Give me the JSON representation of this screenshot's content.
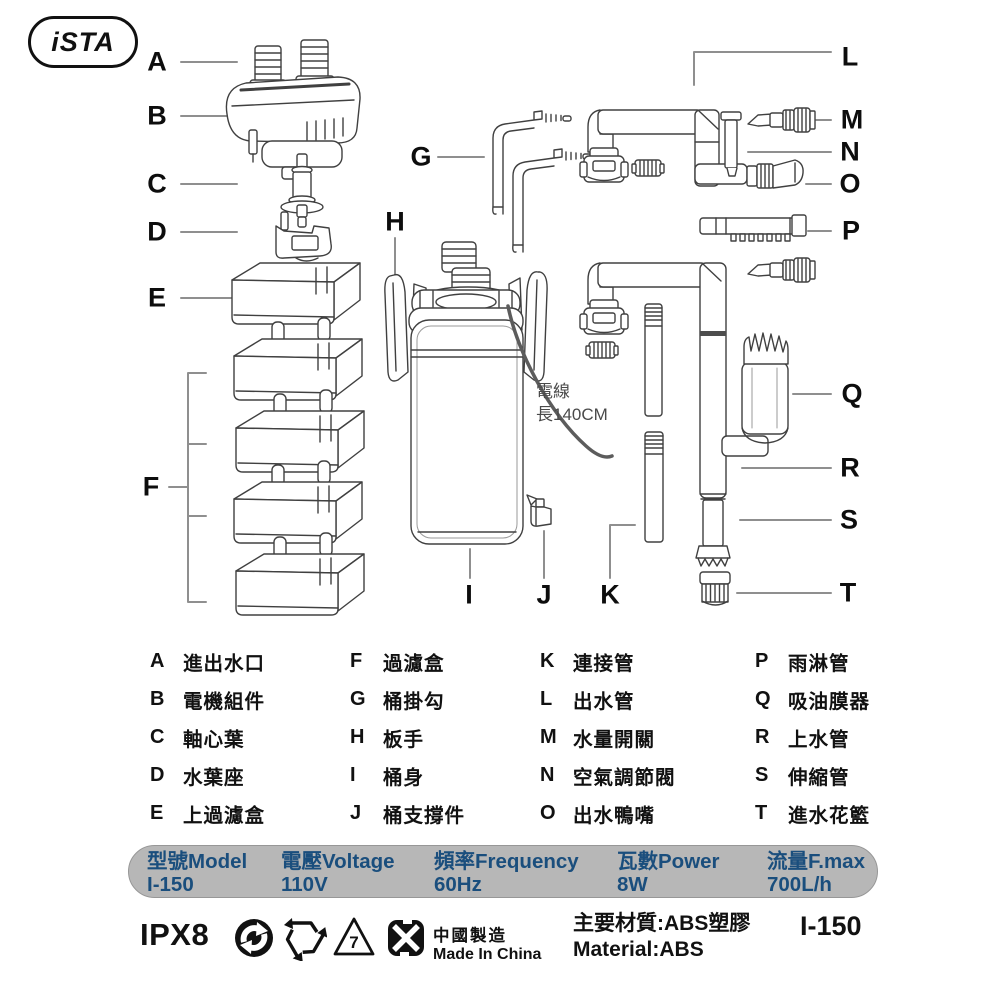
{
  "brand": {
    "logo_text": "iSTA"
  },
  "diagram": {
    "part_labels": [
      "A",
      "B",
      "C",
      "D",
      "E",
      "F",
      "G",
      "H",
      "I",
      "J",
      "K",
      "L",
      "M",
      "N",
      "O",
      "P",
      "Q",
      "R",
      "S",
      "T"
    ],
    "cable_note_line1": "電線",
    "cable_note_line2": "長140CM"
  },
  "legend": {
    "items": [
      {
        "letter": "A",
        "name": "進出水口"
      },
      {
        "letter": "B",
        "name": "電機組件"
      },
      {
        "letter": "C",
        "name": "軸心葉"
      },
      {
        "letter": "D",
        "name": "水葉座"
      },
      {
        "letter": "E",
        "name": "上過濾盒"
      },
      {
        "letter": "F",
        "name": "過濾盒"
      },
      {
        "letter": "G",
        "name": "桶掛勾"
      },
      {
        "letter": "H",
        "name": "板手"
      },
      {
        "letter": "I",
        "name": "桶身"
      },
      {
        "letter": "J",
        "name": "桶支撐件"
      },
      {
        "letter": "K",
        "name": "連接管"
      },
      {
        "letter": "L",
        "name": "出水管"
      },
      {
        "letter": "M",
        "name": "水量開關"
      },
      {
        "letter": "N",
        "name": "空氣調節閥"
      },
      {
        "letter": "O",
        "name": "出水鴨嘴"
      },
      {
        "letter": "P",
        "name": "雨淋管"
      },
      {
        "letter": "Q",
        "name": "吸油膜器"
      },
      {
        "letter": "R",
        "name": "上水管"
      },
      {
        "letter": "S",
        "name": "伸縮管"
      },
      {
        "letter": "T",
        "name": "進水花籃"
      }
    ]
  },
  "spec": {
    "bg_color": "#b7b7b7",
    "text_color": "#1a4e7d",
    "columns": [
      {
        "label": "型號Model",
        "value": "I-150"
      },
      {
        "label": "電壓Voltage",
        "value": "110V"
      },
      {
        "label": "頻率Frequency",
        "value": "60Hz"
      },
      {
        "label": "瓦數Power",
        "value": "8W"
      },
      {
        "label": "流量F.max",
        "value": "700L/h"
      }
    ]
  },
  "footer": {
    "rating": "IPX8",
    "icons": [
      "green-dot-icon",
      "recycle-arrows-icon",
      "resin-code-7-icon",
      "taiwan-recycle-icon"
    ],
    "resin_code": "7",
    "origin_line1": "中國製造",
    "origin_line2": "Made In China",
    "material_line1": "主要材質:ABS塑膠",
    "material_line2": "Material:ABS",
    "model": "I-150"
  }
}
